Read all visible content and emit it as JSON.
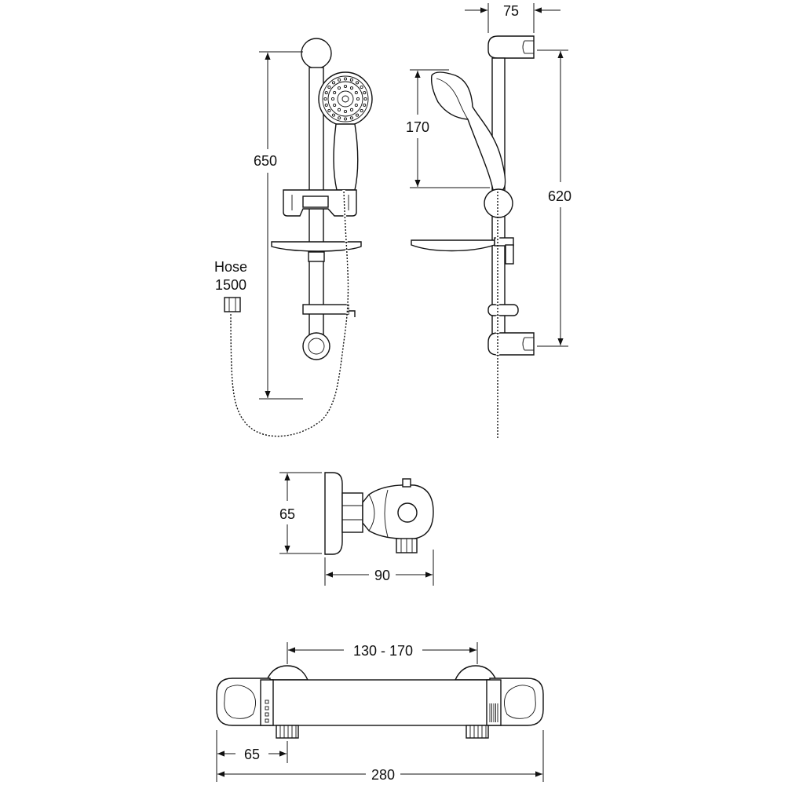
{
  "diagram": {
    "labels": {
      "rail_height": "650",
      "handset_length": "170",
      "bracket_spacing": "620",
      "bracket_projection": "75",
      "hose_word": "Hose",
      "hose_length": "1500",
      "valve_height": "65",
      "valve_depth": "90",
      "inlet_centres": "130 - 170",
      "inlet_offset": "65",
      "valve_width": "280"
    },
    "colors": {
      "line": "#111111",
      "background": "#ffffff"
    }
  }
}
